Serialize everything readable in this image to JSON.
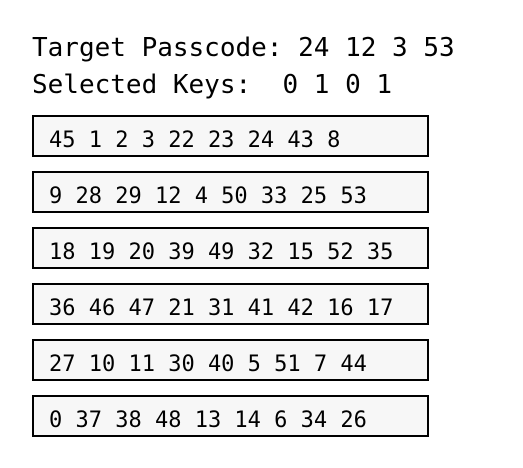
{
  "header": {
    "target_label": "Target Passcode:",
    "target_value": "24 12 3 53",
    "selected_label": "Selected Keys:",
    "selected_value": "0 1 0 1"
  },
  "key_rows": [
    "45 1 2 3 22 23 24 43 8",
    "9 28 29 12 4 50 33 25 53",
    "18 19 20 39 49 32 15 52 35",
    "36 46 47 21 31 41 42 16 17",
    "27 10 11 30 40 5 51 7 44",
    "0 37 38 48 13 14 6 34 26"
  ]
}
